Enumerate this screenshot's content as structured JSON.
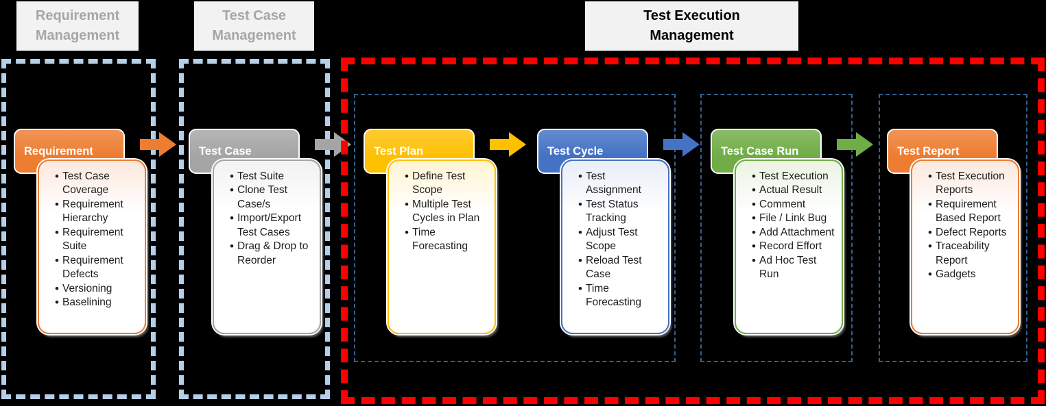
{
  "section_labels": [
    {
      "label": "Requirement Management",
      "text_color": "#A6A6A6"
    },
    {
      "label": "Test Case Management",
      "text_color": "#A6A6A6"
    },
    {
      "label": "Test Execution Management",
      "text_color": "#000000"
    }
  ],
  "stages": [
    {
      "name": "Requirement",
      "color": "#ED7D31",
      "tint": "#FCE8DC",
      "has_arrow": true,
      "items": [
        "Test Case Coverage",
        "Requirement Hierarchy",
        "Requirement Suite",
        "Requirement Defects",
        "Versioning",
        "Baselining"
      ]
    },
    {
      "name": "Test Case",
      "color": "#A5A5A5",
      "tint": "#F2F2F2",
      "has_arrow": true,
      "items": [
        "Test Suite",
        "Clone Test Case/s",
        "Import/Export Test Cases",
        "Drag & Drop to Reorder"
      ]
    },
    {
      "name": "Test Plan",
      "color": "#FFC000",
      "tint": "#FFF4D2",
      "has_arrow": true,
      "items": [
        "Define Test Scope",
        "Multiple Test Cycles in Plan",
        "Time Forecasting"
      ]
    },
    {
      "name": "Test Cycle",
      "color": "#4472C4",
      "tint": "#E8EDF8",
      "has_arrow": true,
      "items": [
        "Test Assignment",
        "Test Status Tracking",
        "Adjust Test Scope",
        "Reload Test Case",
        "Time Forecasting"
      ]
    },
    {
      "name": "Test Case Run",
      "color": "#70AD47",
      "tint": "#EBF3E3",
      "has_arrow": true,
      "items": [
        "Test Execution",
        "Actual Result",
        "Comment",
        "File / Link Bug",
        "Add Attachment",
        "Record Effort",
        "Ad Hoc Test Run"
      ]
    },
    {
      "name": "Test Report",
      "color": "#ED7D31",
      "tint": "#FCE8DC",
      "has_arrow": false,
      "items": [
        "Test Execution Reports",
        "Requirement Based Report",
        "Defect Reports",
        "Traceability Report",
        "Gadgets"
      ]
    }
  ],
  "colors": {
    "background": "#000000",
    "section_label_bg": "#F2F2F2",
    "outer_dash_light_blue": "#B5CFE8",
    "outer_dash_red": "#FF0000",
    "inner_dash_navy": "#35618E"
  },
  "icons": {
    "flow_arrow": "block-arrow-right"
  }
}
